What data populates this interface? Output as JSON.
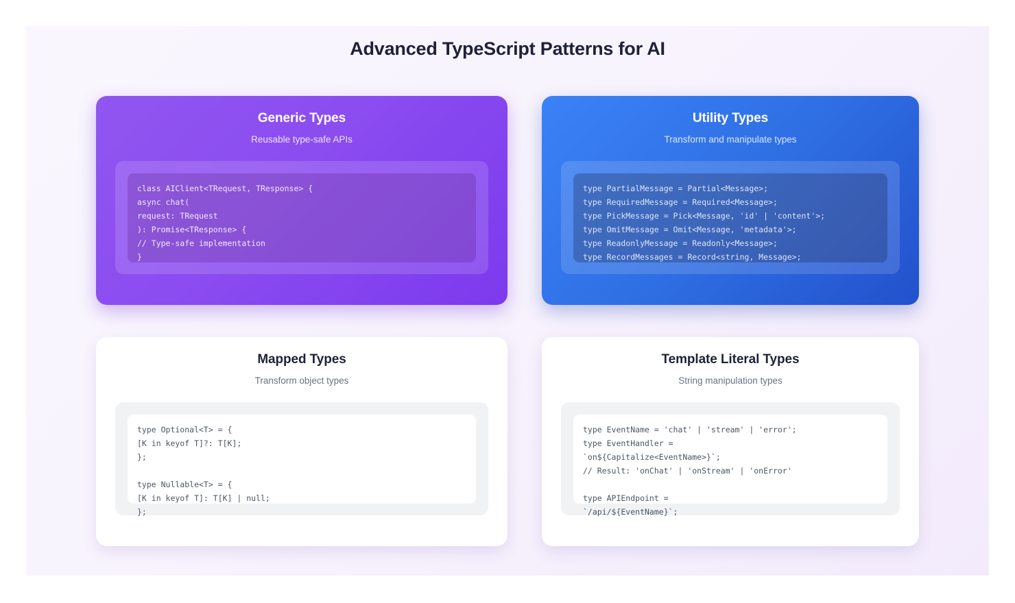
{
  "page": {
    "title": "Advanced TypeScript Patterns for AI",
    "background_start": "#faf6fe",
    "background_end": "#f3ebfc",
    "title_color": "#1e2139"
  },
  "cards": [
    {
      "id": "generic-types",
      "title": "Generic Types",
      "subtitle": "Reusable type-safe APIs",
      "theme": "purple",
      "accent": "#7c3aed",
      "code": "class AIClient<TRequest, TResponse> {\nasync chat(\nrequest: TRequest\n): Promise<TResponse> {\n// Type-safe implementation\n}"
    },
    {
      "id": "utility-types",
      "title": "Utility Types",
      "subtitle": "Transform and manipulate types",
      "theme": "blue",
      "accent": "#2251cc",
      "code": "type PartialMessage = Partial<Message>;\ntype RequiredMessage = Required<Message>;\ntype PickMessage = Pick<Message, 'id' | 'content'>;\ntype OmitMessage = Omit<Message, 'metadata'>;\ntype ReadonlyMessage = Readonly<Message>;\ntype RecordMessages = Record<string, Message>;"
    },
    {
      "id": "mapped-types",
      "title": "Mapped Types",
      "subtitle": "Transform object types",
      "theme": "light",
      "accent": "#f1f2f4",
      "code": "type Optional<T> = {\n[K in keyof T]?: T[K];\n};\n\ntype Nullable<T> = {\n[K in keyof T]: T[K] | null;\n};"
    },
    {
      "id": "template-literal-types",
      "title": "Template Literal Types",
      "subtitle": "String manipulation types",
      "theme": "light",
      "accent": "#f1f2f4",
      "code": "type EventName = 'chat' | 'stream' | 'error';\ntype EventHandler =\n`on${Capitalize<EventName>}`;\n// Result: 'onChat' | 'onStream' | 'onError'\n\ntype APIEndpoint =\n`/api/${EventName}`;"
    }
  ]
}
